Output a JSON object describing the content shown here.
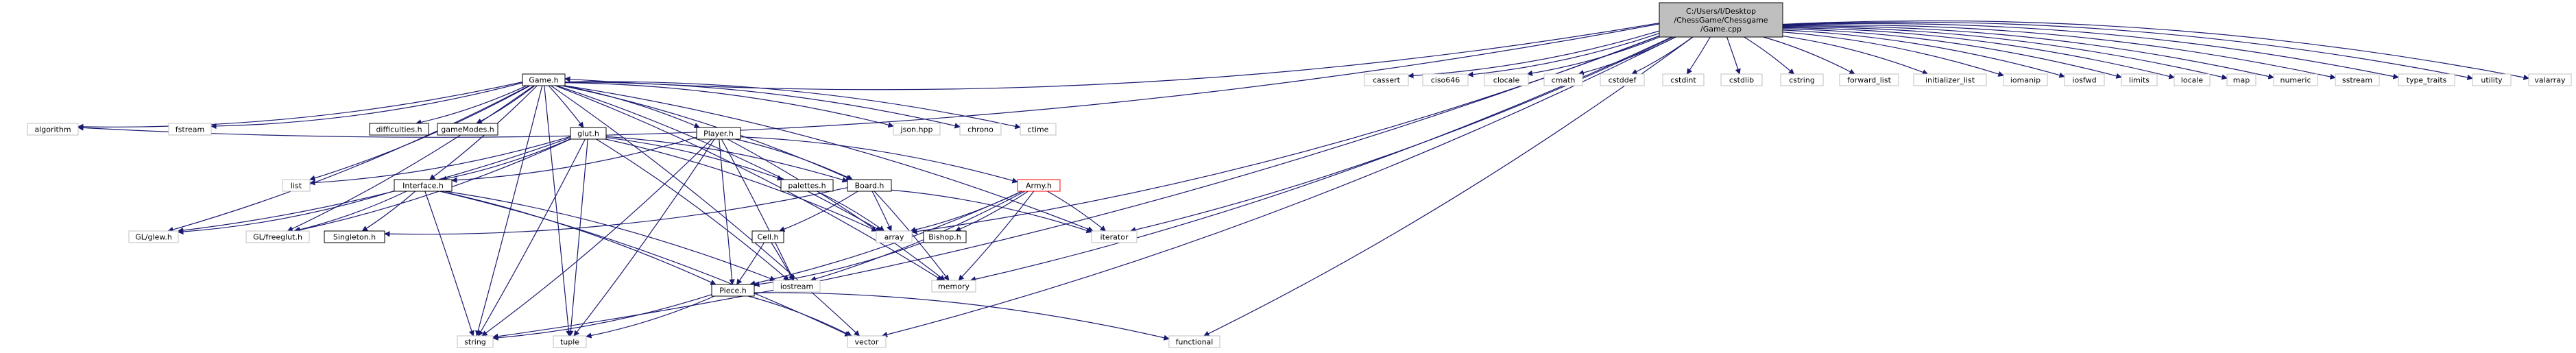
{
  "graph": {
    "root": "Game.cpp",
    "colors": {
      "edge": "#191970",
      "root_fill": "#bfbfbf",
      "linked_border": "#000000",
      "external_border": "#bfbfbf",
      "truncated_border": "#ff0000"
    },
    "nodes": [
      {
        "id": "root",
        "label": "C:/Users/I/Desktop\n/ChessGame/Chessgame\n/Game.cpp",
        "kind": "root"
      },
      {
        "id": "gameh",
        "label": "Game.h",
        "kind": "linked"
      },
      {
        "id": "algorithm",
        "label": "algorithm",
        "kind": "external"
      },
      {
        "id": "fstream",
        "label": "fstream",
        "kind": "external"
      },
      {
        "id": "difficulties",
        "label": "difficulties.h",
        "kind": "linked"
      },
      {
        "id": "gameModes",
        "label": "gameModes.h",
        "kind": "linked"
      },
      {
        "id": "gluth",
        "label": "glut.h",
        "kind": "linked"
      },
      {
        "id": "playerh",
        "label": "Player.h",
        "kind": "linked"
      },
      {
        "id": "jsonhpp",
        "label": "json.hpp",
        "kind": "external"
      },
      {
        "id": "chrono",
        "label": "chrono",
        "kind": "external"
      },
      {
        "id": "ctime",
        "label": "ctime",
        "kind": "external"
      },
      {
        "id": "cassert",
        "label": "cassert",
        "kind": "external"
      },
      {
        "id": "ciso646",
        "label": "ciso646",
        "kind": "external"
      },
      {
        "id": "clocale",
        "label": "clocale",
        "kind": "external"
      },
      {
        "id": "cmath",
        "label": "cmath",
        "kind": "external"
      },
      {
        "id": "cstddef",
        "label": "cstddef",
        "kind": "external"
      },
      {
        "id": "cstdint",
        "label": "cstdint",
        "kind": "external"
      },
      {
        "id": "cstdlib",
        "label": "cstdlib",
        "kind": "external"
      },
      {
        "id": "cstring",
        "label": "cstring",
        "kind": "external"
      },
      {
        "id": "forward_list",
        "label": "forward_list",
        "kind": "external"
      },
      {
        "id": "initializer_list",
        "label": "initializer_list",
        "kind": "external"
      },
      {
        "id": "iomanip",
        "label": "iomanip",
        "kind": "external"
      },
      {
        "id": "iosfwd",
        "label": "iosfwd",
        "kind": "external"
      },
      {
        "id": "limits",
        "label": "limits",
        "kind": "external"
      },
      {
        "id": "locale",
        "label": "locale",
        "kind": "external"
      },
      {
        "id": "map",
        "label": "map",
        "kind": "external"
      },
      {
        "id": "numeric",
        "label": "numeric",
        "kind": "external"
      },
      {
        "id": "sstream",
        "label": "sstream",
        "kind": "external"
      },
      {
        "id": "type_traits",
        "label": "type_traits",
        "kind": "external"
      },
      {
        "id": "utility",
        "label": "utility",
        "kind": "external"
      },
      {
        "id": "valarray",
        "label": "valarray",
        "kind": "external"
      },
      {
        "id": "list",
        "label": "list",
        "kind": "external"
      },
      {
        "id": "interfaceh",
        "label": "Interface.h",
        "kind": "linked"
      },
      {
        "id": "palettes",
        "label": "palettes.h",
        "kind": "linked"
      },
      {
        "id": "boardh",
        "label": "Board.h",
        "kind": "linked"
      },
      {
        "id": "armyh",
        "label": "Army.h",
        "kind": "truncated"
      },
      {
        "id": "iterator",
        "label": "iterator",
        "kind": "external"
      },
      {
        "id": "glglew",
        "label": "GL/glew.h",
        "kind": "external"
      },
      {
        "id": "glfreeglut",
        "label": "GL/freeglut.h",
        "kind": "external"
      },
      {
        "id": "singleton",
        "label": "Singleton.h",
        "kind": "linked"
      },
      {
        "id": "array",
        "label": "array",
        "kind": "external"
      },
      {
        "id": "bishop",
        "label": "Bishop.h",
        "kind": "linked"
      },
      {
        "id": "cellh",
        "label": "Cell.h",
        "kind": "linked"
      },
      {
        "id": "iostream",
        "label": "iostream",
        "kind": "external"
      },
      {
        "id": "memory",
        "label": "memory",
        "kind": "external"
      },
      {
        "id": "pieceh",
        "label": "Piece.h",
        "kind": "linked"
      },
      {
        "id": "string",
        "label": "string",
        "kind": "external"
      },
      {
        "id": "tuple",
        "label": "tuple",
        "kind": "external"
      },
      {
        "id": "vector",
        "label": "vector",
        "kind": "external"
      },
      {
        "id": "functional",
        "label": "functional",
        "kind": "external"
      }
    ],
    "edges": [
      [
        "root",
        "gameh"
      ],
      [
        "root",
        "cassert"
      ],
      [
        "root",
        "ciso646"
      ],
      [
        "root",
        "clocale"
      ],
      [
        "root",
        "cmath"
      ],
      [
        "root",
        "cstddef"
      ],
      [
        "root",
        "cstdint"
      ],
      [
        "root",
        "cstdlib"
      ],
      [
        "root",
        "cstring"
      ],
      [
        "root",
        "forward_list"
      ],
      [
        "root",
        "initializer_list"
      ],
      [
        "root",
        "iomanip"
      ],
      [
        "root",
        "iosfwd"
      ],
      [
        "root",
        "limits"
      ],
      [
        "root",
        "locale"
      ],
      [
        "root",
        "map"
      ],
      [
        "root",
        "numeric"
      ],
      [
        "root",
        "sstream"
      ],
      [
        "root",
        "type_traits"
      ],
      [
        "root",
        "utility"
      ],
      [
        "root",
        "valarray"
      ],
      [
        "root",
        "algorithm"
      ],
      [
        "root",
        "string"
      ],
      [
        "root",
        "array"
      ],
      [
        "root",
        "iterator"
      ],
      [
        "root",
        "memory"
      ],
      [
        "root",
        "vector"
      ],
      [
        "root",
        "functional"
      ],
      [
        "gameh",
        "algorithm"
      ],
      [
        "gameh",
        "fstream"
      ],
      [
        "gameh",
        "difficulties"
      ],
      [
        "gameh",
        "gameModes"
      ],
      [
        "gameh",
        "gluth"
      ],
      [
        "gameh",
        "playerh"
      ],
      [
        "gameh",
        "jsonhpp"
      ],
      [
        "gameh",
        "chrono"
      ],
      [
        "gameh",
        "ctime"
      ],
      [
        "gameh",
        "list"
      ],
      [
        "gameh",
        "interfaceh"
      ],
      [
        "gameh",
        "boardh"
      ],
      [
        "gameh",
        "glglew"
      ],
      [
        "gameh",
        "glfreeglut"
      ],
      [
        "gameh",
        "string"
      ],
      [
        "gameh",
        "tuple"
      ],
      [
        "gameh",
        "iterator"
      ],
      [
        "gameh",
        "memory"
      ],
      [
        "gameh",
        "array"
      ],
      [
        "gameh",
        "vector"
      ],
      [
        "gluth",
        "list"
      ],
      [
        "gluth",
        "palettes"
      ],
      [
        "gluth",
        "boardh"
      ],
      [
        "gluth",
        "interfaceh"
      ],
      [
        "gluth",
        "glglew"
      ],
      [
        "gluth",
        "glfreeglut"
      ],
      [
        "gluth",
        "string"
      ],
      [
        "gluth",
        "tuple"
      ],
      [
        "gluth",
        "array"
      ],
      [
        "gluth",
        "iostream"
      ],
      [
        "playerh",
        "interfaceh"
      ],
      [
        "playerh",
        "boardh"
      ],
      [
        "playerh",
        "armyh"
      ],
      [
        "playerh",
        "pieceh"
      ],
      [
        "playerh",
        "string"
      ],
      [
        "playerh",
        "tuple"
      ],
      [
        "playerh",
        "memory"
      ],
      [
        "playerh",
        "iostream"
      ],
      [
        "interfaceh",
        "glglew"
      ],
      [
        "interfaceh",
        "glfreeglut"
      ],
      [
        "interfaceh",
        "singleton"
      ],
      [
        "interfaceh",
        "pieceh"
      ],
      [
        "interfaceh",
        "string"
      ],
      [
        "interfaceh",
        "iostream"
      ],
      [
        "interfaceh",
        "vector"
      ],
      [
        "palettes",
        "array"
      ],
      [
        "boardh",
        "cellh"
      ],
      [
        "boardh",
        "array"
      ],
      [
        "boardh",
        "singleton"
      ],
      [
        "boardh",
        "iterator"
      ],
      [
        "boardh",
        "memory"
      ],
      [
        "armyh",
        "array"
      ],
      [
        "armyh",
        "bishop"
      ],
      [
        "armyh",
        "iterator"
      ],
      [
        "armyh",
        "memory"
      ],
      [
        "armyh",
        "pieceh"
      ],
      [
        "armyh",
        "iostream"
      ],
      [
        "bishop",
        "pieceh"
      ],
      [
        "cellh",
        "pieceh"
      ],
      [
        "cellh",
        "iostream"
      ],
      [
        "pieceh",
        "string"
      ],
      [
        "pieceh",
        "tuple"
      ],
      [
        "pieceh",
        "vector"
      ],
      [
        "pieceh",
        "functional"
      ]
    ]
  }
}
